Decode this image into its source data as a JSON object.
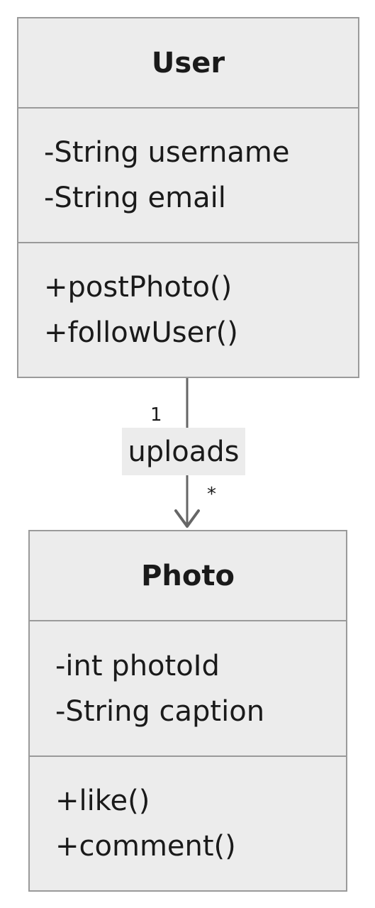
{
  "classes": {
    "user": {
      "name": "User",
      "attributes": [
        "-String username",
        "-String email"
      ],
      "operations": [
        "+postPhoto()",
        "+followUser()"
      ]
    },
    "photo": {
      "name": "Photo",
      "attributes": [
        "-int photoId",
        "-String caption"
      ],
      "operations": [
        "+like()",
        "+comment()"
      ]
    }
  },
  "relation": {
    "label": "uploads",
    "source_multiplicity": "1",
    "target_multiplicity": "*"
  },
  "colors": {
    "box_fill": "#ececec",
    "box_border": "#9a9a9a",
    "connector": "#666666"
  }
}
